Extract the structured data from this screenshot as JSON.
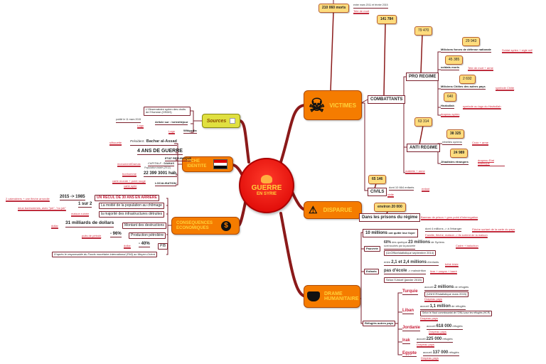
{
  "center": {
    "title": "GUERRE",
    "subtitle": "EN SYRIE"
  },
  "victimes": {
    "label": "VICTIMES",
    "total": "210 060 morts",
    "total_note": "entre mars 2011 et février 2015",
    "total_link": "Tete de mort",
    "combattants": {
      "label": "COMBATTANTS",
      "count": "141 784",
      "pro": {
        "label": "PRO REGIME",
        "count": "79 470",
        "items": [
          {
            "count": "29 943",
            "label": "Milicions forces de défense nationale",
            "link": "Soldat syrien + sigle ndf"
          },
          {
            "count": "45 385",
            "label": "soldats morts",
            "link": "Tete de mort + arme"
          },
          {
            "count": "2 692",
            "label": "Miliciens Chiites des autres pays",
            "link": "symbole Chiite"
          },
          {
            "count": "640",
            "label": "Hezbollah",
            "link": "symbole ou logo du Hezbollah"
          }
        ],
        "link": "drapeau syrien"
      },
      "anti": {
        "label": "ANTI REGIME",
        "count": "63 314",
        "items": [
          {
            "count": "38 325",
            "label": "rebelles syriens",
            "link": "Croix + arme"
          },
          {
            "count": "24 989",
            "label": "Jihadistes étrangers",
            "link": "drapeau Etat islamique"
          }
        ],
        "link": "mallette + arme"
      }
    },
    "civils": {
      "label": "CIVILS",
      "count": "65 146",
      "note": "dont 10 664 enfants",
      "link1": "enfant",
      "link2": "civile"
    }
  },
  "disparue": {
    "label": "DISPARUE",
    "count": "environ 20 000",
    "label2": "Dans les prisons du régime",
    "link": "Barreau de prison + gros point d'interrogation"
  },
  "drame": {
    "label": "DRAME HUMANITAIRE",
    "foyer": {
      "big": "10 millions",
      "rest": "ont quitté leur foyer",
      "note": "dont 4 millions -> à l'étranger",
      "link1": "Flèche sortant de la carte du pays",
      "link2": "Famille, flèche, maison -> ils sortent de la maison"
    },
    "pauvrete": {
      "label": "Pauvreté",
      "pct": "60%",
      "t1": "des quelque",
      "big": "23 millions",
      "t2": "de Syriens",
      "t3": "sont touchés par la pauvreté",
      "link": "Cadre + baluchon",
      "source": "(UnOffice/statistique septembre 2014)"
    },
    "enfants": {
      "label": "Enfants",
      "t1": "entre",
      "big": "2,1 et 2,4 millions",
      "t2": "d'enfants",
      "link1": "bébé triste",
      "big2": "pas d'école",
      "t3": "-> malnutrition",
      "link2": "livre + crayon + barré",
      "source": "Selon l'Unicef (janvier 2015)"
    },
    "refugies": {
      "label": "Réfugiés autres pays",
      "countries": [
        {
          "name": "Turquie",
          "pre": "accueil",
          "big": "2 millions",
          "post": "de réfugiés",
          "source": "(UNHCR/statistique mars 2015)",
          "link": "Drapeau pays"
        },
        {
          "name": "Liban",
          "pre": "accueil",
          "big": "1,1 million",
          "post": "de réfugiés",
          "source": "Selon le Haut commissariat de l'ONU pour les réfugiés (HCR)",
          "link": "Drapeau pays"
        },
        {
          "name": "Jordanie",
          "pre": "accueil",
          "big": "618 000",
          "post": "réfugiés",
          "link": "Drapeau pays"
        },
        {
          "name": "Irak",
          "pre": "accueil",
          "big": "225 000",
          "post": "réfugiés",
          "link": "Drapeau pays"
        },
        {
          "name": "Egypte",
          "pre": "accueil",
          "big": "137 000",
          "post": "réfugiés",
          "link": "Drapeau pays"
        }
      ]
    }
  },
  "sources": {
    "label": "Sources",
    "osdh": "L'Observatoire syrien des droits de l'Homme (OSDH)",
    "article": "Article sur : lorientlejour",
    "article_date": "publié le 11 mars 2015",
    "article_link": "Logo",
    "wiki": "Wikipedia",
    "wiki_link": "Logo"
  },
  "fiche": {
    "label1": "FICHE",
    "label2": "IDENTITE",
    "president_pre": "Président :",
    "president": "Bachar al-Assad",
    "president_link": "silhouette",
    "guerre": "4 ANS DE GUERRE",
    "etat": "ETAT REPUBLIQUE",
    "capitale_pre": "CAPITALE :",
    "capitale": "DAMAS",
    "capitale_link": "monument/Damas",
    "pop_label": "Population totale (2012)",
    "pop": "22 399 3001 hab.",
    "pop_link": "bonhomme",
    "loc": "LOCALISATION",
    "loc_link1": "carte monde + point rouge",
    "loc_link2": "carte syrie"
  },
  "eco": {
    "label1": "CONSEQUENCES",
    "label2": "ECONOMIQUES",
    "recul": "UN RECUL DE 30 ANS EN ARRIERE",
    "recul_val": "2015 -> 1985",
    "recul_link": "2 calendriers + une flèche arrondie",
    "chomage": "La moitié de la population au chômage",
    "chomage_val": "1 sur 2",
    "chomage_link": "deux bonhommes, avec \"job\", \"no job\"",
    "infra": "la majorité des infrastructures détruites",
    "infra_link": "maison ruinée",
    "destr": "Montant des destructions",
    "destr_val": "31 milliards de dollars",
    "destr_link": "dollar",
    "petrole": "Production pétrolière",
    "petrole_val": "- 96%",
    "petrole_link": "puits de pétrole",
    "pib": "PIB",
    "pib_val": "- 40%",
    "pib_link": "dollar",
    "source": "D'après le responsable du Fonds monétaire international (FMI) au Moyen-Orient"
  }
}
